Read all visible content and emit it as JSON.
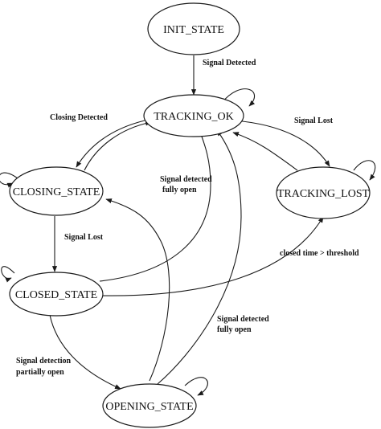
{
  "states": {
    "init": "INIT_STATE",
    "tracking_ok": "TRACKING_OK",
    "closing": "CLOSING_STATE",
    "tracking_lost": "TRACKING_LOST",
    "closed": "CLOSED_STATE",
    "opening": "OPENING_STATE"
  },
  "transitions": {
    "signal_detected": "Signal Detected",
    "closing_detected": "Closing Detected",
    "signal_lost_right": "Signal Lost",
    "signal_detected_fully_open_1_line1": "Signal detected",
    "signal_detected_fully_open_1_line2": "fully open",
    "signal_lost_left": "Signal Lost",
    "closed_time_threshold": "closed time > threshold",
    "signal_detected_fully_open_2_line1": "Signal detected",
    "signal_detected_fully_open_2_line2": "fully open",
    "signal_detection_partial_line1": "Signal detection",
    "signal_detection_partial_line2": "partially open"
  },
  "colors": {
    "stroke": "#1a1a1a",
    "background": "#ffffff"
  }
}
